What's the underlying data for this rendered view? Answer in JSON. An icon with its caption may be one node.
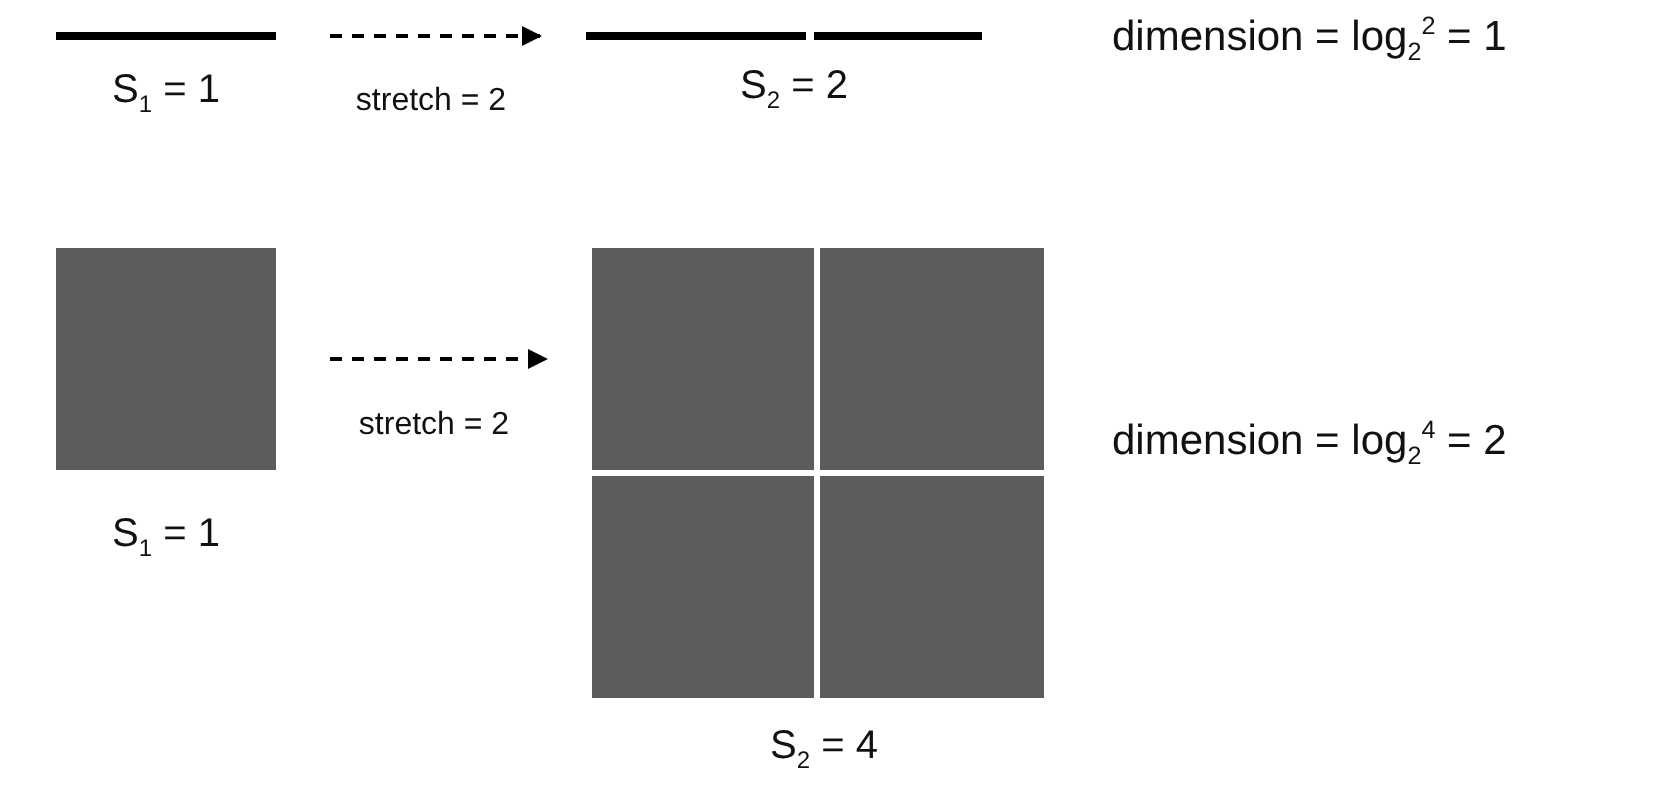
{
  "diagram": {
    "nodes": [
      {
        "text": [],
        "shape": "bar",
        "beside": [
          "S$_{1}$ = 1"
        ]
      },
      {
        "text": [],
        "shape": "bar",
        "beside": [
          "S$_{2}$ = 2"
        ]
      },
      {
        "text": [],
        "shape": "bar",
        "in": 1
      },
      {
        "text": [],
        "shape": "bar",
        "in": 1
      },
      {
        "text": [],
        "shape": "box",
        "beside": [
          "S$_{1}$ = 1"
        ]
      },
      {
        "text": [],
        "shape": "box",
        "beside": [
          "S$_{2}$ = 4"
        ]
      },
      {
        "text": [],
        "shape": "box",
        "in": 5
      },
      {
        "text": [],
        "shape": "box",
        "in": 5
      },
      {
        "text": [],
        "shape": "box",
        "in": 5
      },
      {
        "text": [],
        "shape": "box",
        "in": 5
      }
    ],
    "edges": [
      {
        "from": 0,
        "to": 1,
        "arrow": "to",
        "style": "dashed",
        "label": "stretch = 2"
      },
      {
        "from": 4,
        "to": 5,
        "arrow": "to",
        "style": "dashed",
        "label": "stretch = 2"
      }
    ],
    "labels": [
      "dimension = log$_{2}$$^{2}$ = 1",
      "dimension = log$_{2}$$^{4}$ = 2"
    ]
  }
}
